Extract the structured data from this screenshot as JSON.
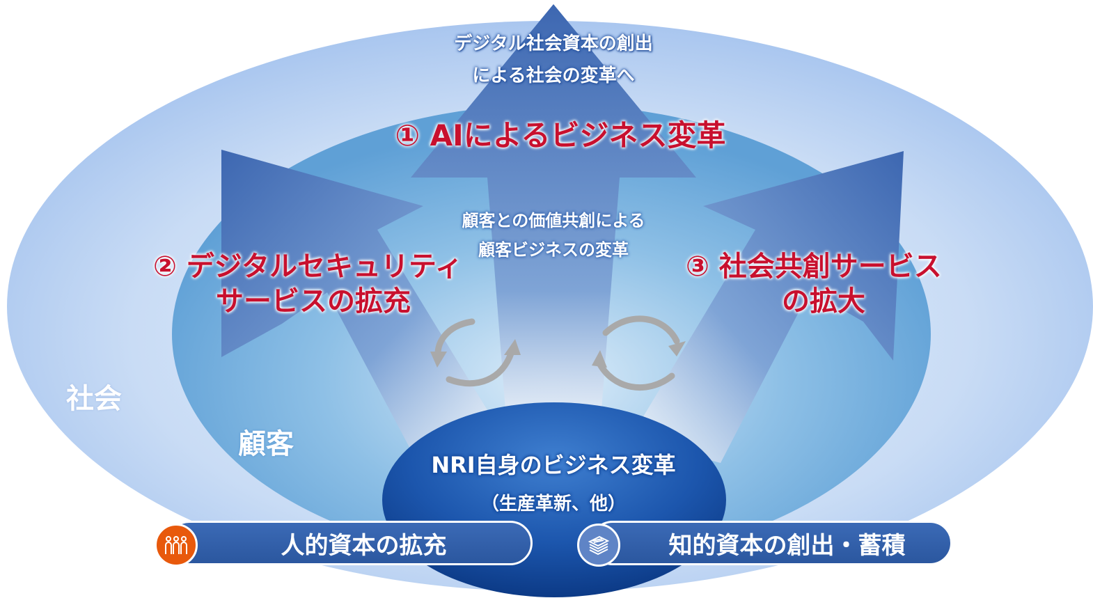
{
  "top_goal": {
    "line1": "デジタル社会資本の創出",
    "line2": "による社会の変革へ"
  },
  "initiatives": {
    "one": {
      "text": "① AIによるビジネス変革"
    },
    "two": {
      "line1": "② デジタルセキュリティ",
      "line2": "サービスの拡充"
    },
    "three": {
      "line1": "③ 社会共創サービス",
      "line2": "の拡大"
    }
  },
  "cocreation": {
    "line1": "顧客との価値共創による",
    "line2": "顧客ビジネスの変革"
  },
  "areas": {
    "society": "社会",
    "customer": "顧客"
  },
  "nri": {
    "line1": "NRI自身のビジネス変革",
    "line2": "（生産革新、他）"
  },
  "foundations": {
    "human_capital": {
      "label": "人的資本の拡充",
      "icon": "people-icon"
    },
    "intellectual_capital": {
      "label": "知的資本の創出・蓄積",
      "icon": "documents-icon"
    }
  },
  "colors": {
    "initiative_text": "#c8102e",
    "arrow": "#3d67b1",
    "society_ring": "#c6d9f4",
    "customer_ring": "#6aa8dc",
    "nri_core": "#1f54a9",
    "human_badge": "#e8590c"
  }
}
